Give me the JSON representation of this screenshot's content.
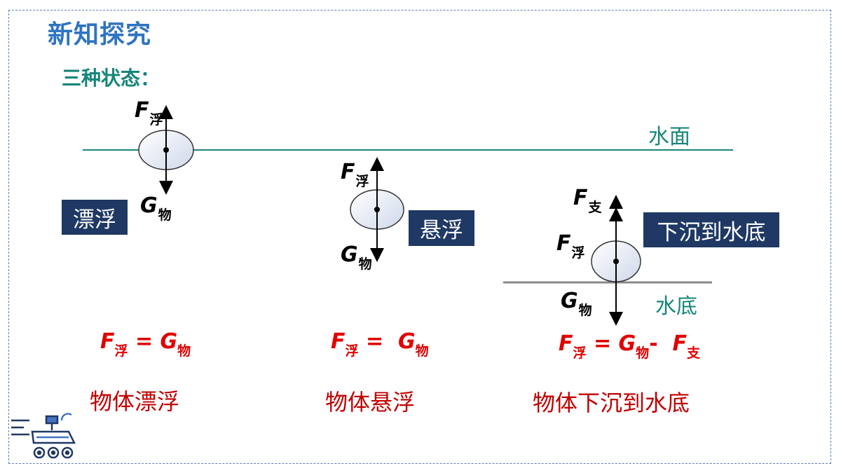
{
  "header": {
    "title": "新知探究",
    "subtitle": "三种状态："
  },
  "surface_labels": {
    "water_surface": "水面",
    "water_bottom": "水底"
  },
  "states": [
    {
      "box_label": "漂浮",
      "caption": "物体漂浮"
    },
    {
      "box_label": "悬浮",
      "caption": "物体悬浮"
    },
    {
      "box_label": "下沉到水底",
      "caption": "物体下沉到水底"
    }
  ],
  "forces": {
    "f_symbol": "F",
    "g_symbol": "G",
    "buoyancy_sub": "浮",
    "gravity_sub": "物",
    "support_sub": "支"
  },
  "formulas": [
    {
      "lhs": "F",
      "lhs_sub": "浮",
      "op": " = ",
      "rhs": "G",
      "rhs_sub": "物"
    },
    {
      "lhs": "F",
      "lhs_sub": "浮",
      "op": " =  ",
      "rhs": "G",
      "rhs_sub": "物"
    },
    {
      "lhs": "F",
      "lhs_sub": "浮",
      "op": " = ",
      "rhs": "G",
      "rhs_sub": "物",
      "op2": "-  ",
      "rhs2": "F",
      "rhs2_sub": "支"
    }
  ],
  "colors": {
    "title": "#2e74c0",
    "subtitle": "#17867a",
    "water_line": "#17867a",
    "bottom_line": "#888888",
    "box_bg": "#1f3864",
    "formula": "#e00000",
    "caption": "#c00000"
  },
  "icons": {
    "logo": "rover-icon"
  }
}
